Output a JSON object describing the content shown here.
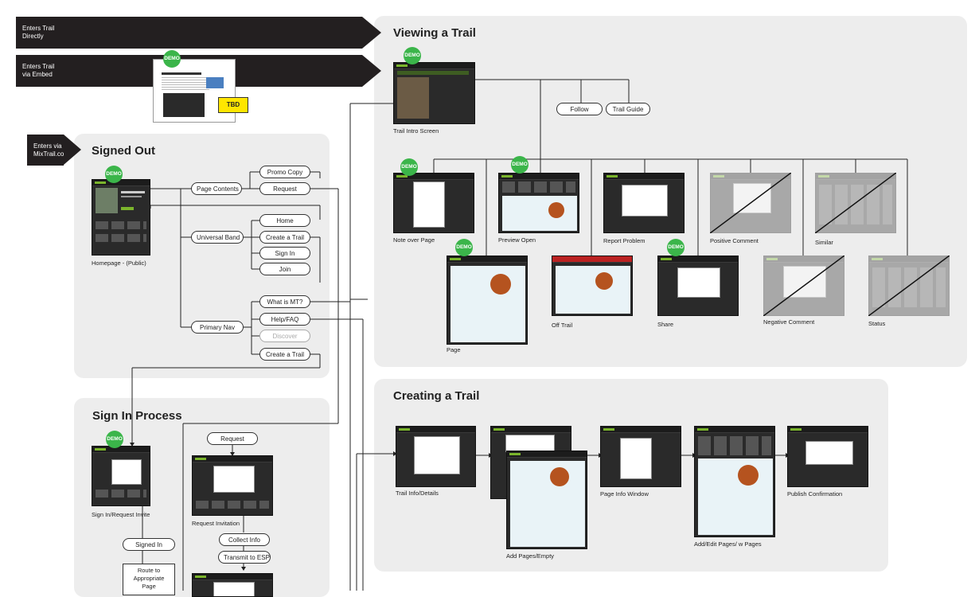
{
  "entries": {
    "direct": "Enters Trail\nDirectly",
    "embed": "Enters Trail\nvia Embed",
    "mixtrail": "Enters via\nMixTrail.com"
  },
  "badges": {
    "demo": "DEMO",
    "tbd": "TBD"
  },
  "signed_out": {
    "title": "Signed Out",
    "homepage_caption": "Homepage - (Public)",
    "page_contents": "Page Contents",
    "promo_copy": "Promo Copy",
    "request": "Request",
    "universal_band": "Universal Band",
    "home": "Home",
    "create_trail": "Create a Trail",
    "sign_in": "Sign In",
    "join": "Join",
    "primary_nav": "Primary Nav",
    "what_is_mt": "What is MT?",
    "help_faq": "Help/FAQ",
    "discover": "Discover",
    "create_trail_2": "Create a Trail"
  },
  "sign_in_process": {
    "title": "Sign In Process",
    "signin_caption": "Sign In/Request Invite",
    "request": "Request",
    "request_invitation": "Request Invitation",
    "collect_info": "Collect Info",
    "transmit": "Transmit to ESP",
    "signed_in": "Signed In",
    "route": "Route to\nAppropriate\nPage"
  },
  "viewing": {
    "title": "Viewing a Trail",
    "intro": "Trail Intro Screen",
    "follow": "Follow",
    "trail_guide": "Trail Guide",
    "note_over_page": "Note over Page",
    "preview_open": "Preview Open",
    "report_problem": "Report Problem",
    "positive_comment": "Positive Comment",
    "similar": "Similar",
    "page": "Page",
    "off_trail": "Off Trail",
    "share": "Share",
    "negative_comment": "Negative Comment",
    "status": "Status"
  },
  "creating": {
    "title": "Creating a Trail",
    "trail_info": "Trail Info/Details",
    "add_pages_empty": "Add Pages/Empty",
    "page_info_window": "Page Info Window",
    "add_edit_pages": "Add/Edit Pages/ w Pages",
    "publish": "Publish Confirmation"
  },
  "colors": {
    "demo_green": "#3bb54a",
    "tbd_yellow": "#ffe600",
    "banner": "#231f20",
    "panel": "#ededed"
  }
}
